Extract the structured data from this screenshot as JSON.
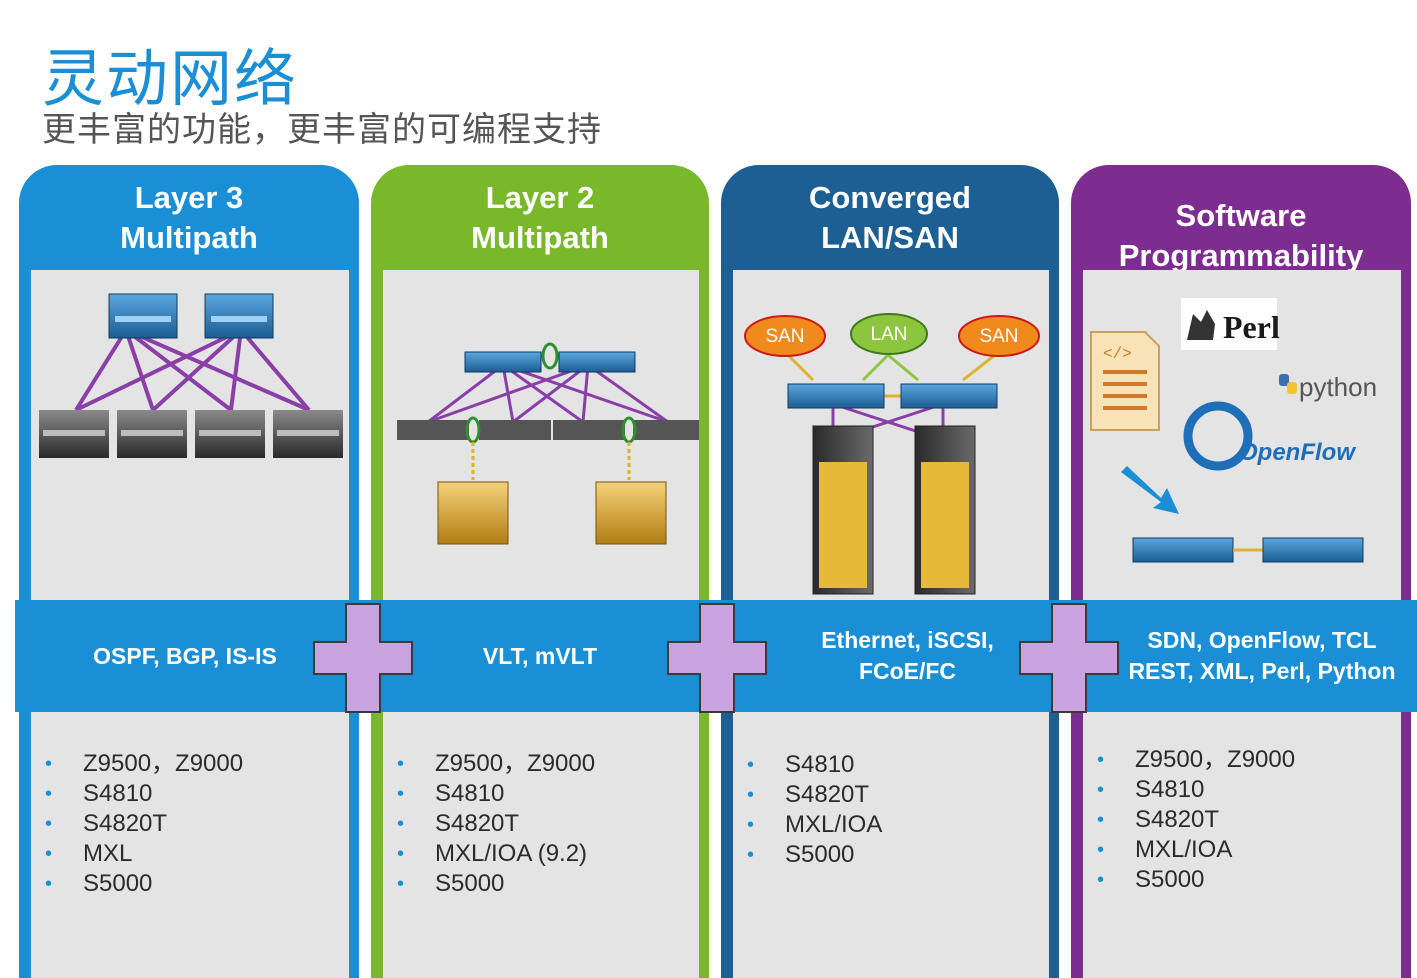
{
  "title": "灵动网络",
  "subtitle": "更丰富的功能，更丰富的可编程支持",
  "columns": [
    {
      "heading": [
        "Layer 3",
        "Multipath"
      ],
      "protocols": [
        "OSPF, BGP, IS-IS"
      ],
      "products": [
        "Z9500，Z9000",
        "S4810",
        "S4820T",
        "MXL",
        "S5000"
      ],
      "color": "#1a8fd6"
    },
    {
      "heading": [
        "Layer 2",
        "Multipath"
      ],
      "protocols": [
        "VLT, mVLT"
      ],
      "products": [
        "Z9500，Z9000",
        "S4810",
        "S4820T",
        "MXL/IOA (9.2)",
        "S5000"
      ],
      "color": "#79b82b"
    },
    {
      "heading": [
        "Converged",
        "LAN/SAN"
      ],
      "protocols": [
        "Ethernet, iSCSI,",
        "FCoE/FC"
      ],
      "products": [
        "S4810",
        "S4820T",
        "MXL/IOA",
        "S5000"
      ],
      "color": "#1d5f93"
    },
    {
      "heading": [
        "Software",
        "Programmability"
      ],
      "protocols": [
        "SDN, OpenFlow, TCL",
        "REST, XML, Perl, Python"
      ],
      "products": [
        "Z9500，Z9000",
        "S4810",
        "S4820T",
        "MXL/IOA",
        "S5000"
      ],
      "color": "#7d2d8f"
    }
  ],
  "diagram_labels": {
    "san": "SAN",
    "lan": "LAN",
    "perl": "Perl",
    "python": "python",
    "openflow": "OpenFlow"
  },
  "colors": {
    "band": "#1a8fd6",
    "plus": "#c9a3df",
    "link_purple": "#8a3fa8",
    "link_yellow": "#e0b22c",
    "san_cloud": "#f08a1c",
    "lan_cloud": "#8cc63f"
  }
}
